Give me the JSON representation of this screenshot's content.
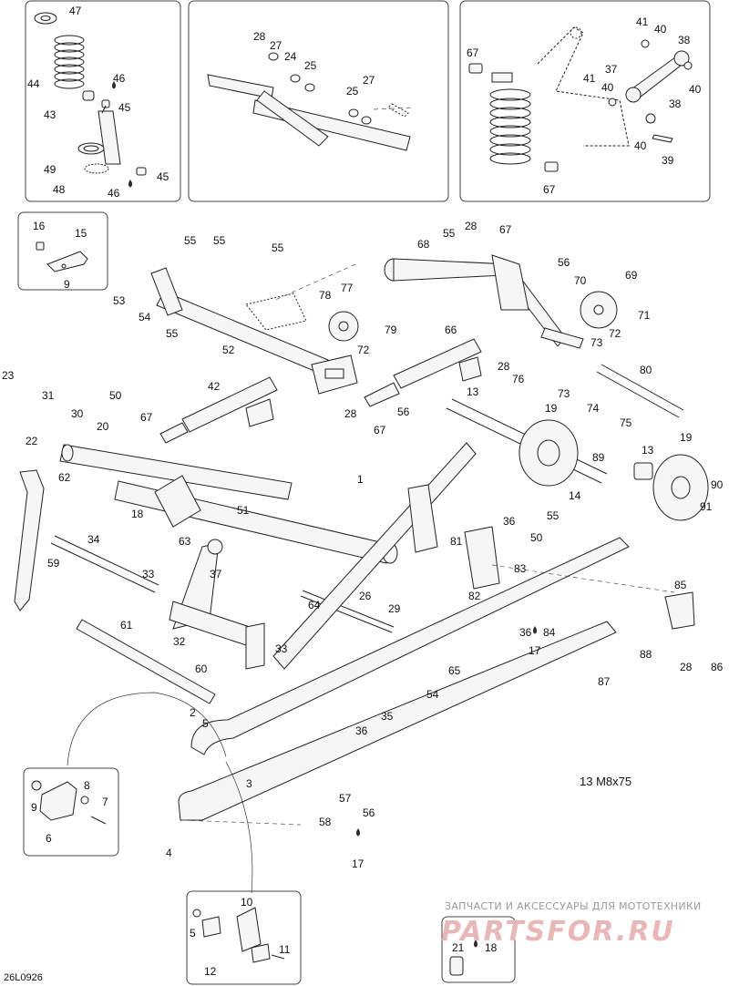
{
  "diagram_code": "26L0926",
  "note": "13 M8x75",
  "watermark": {
    "caption": "ЗАПЧАСТИ И АКСЕССУАРЫ ДЛЯ МОТОТЕХНИКИ",
    "logo_text": "PARTSFOR.RU"
  },
  "callouts": {
    "c47": "47",
    "c44": "44",
    "c46a": "46",
    "c43": "43",
    "c45a": "45",
    "c49": "49",
    "c48": "48",
    "c46b": "46",
    "c45b": "45",
    "c28a": "28",
    "c27a": "27",
    "c24": "24",
    "c25a": "25",
    "c27b": "27",
    "c25b": "25",
    "c67a": "67",
    "c41a": "41",
    "c40a": "40",
    "c38a": "38",
    "c37a": "37",
    "c40b": "40",
    "c41b": "41",
    "c40c": "40",
    "c38b": "38",
    "c40d": "40",
    "c39": "39",
    "c67b": "67",
    "c16": "16",
    "c15": "15",
    "c9a": "9",
    "c55a": "55",
    "c55b": "55",
    "c55c": "55",
    "c53": "53",
    "c54a": "54",
    "c55d": "55",
    "c52": "52",
    "c78": "78",
    "c77": "77",
    "c79": "79",
    "c72a": "72",
    "c68": "68",
    "c55e": "55",
    "c28b": "28",
    "c67c": "67",
    "c56a": "56",
    "c70": "70",
    "c69": "69",
    "c71": "71",
    "c72b": "72",
    "c73a": "73",
    "c80": "80",
    "c66": "66",
    "c28c": "28",
    "c76": "76",
    "c73b": "73",
    "c74": "74",
    "c75": "75",
    "c28d": "28",
    "c56b": "56",
    "c67d": "67",
    "c23": "23",
    "c31": "31",
    "c22": "22",
    "c30": "30",
    "c50a": "50",
    "c20": "20",
    "c67e": "67",
    "c42": "42",
    "c13a": "13",
    "c19a": "19",
    "c89": "89",
    "c14": "14",
    "c13b": "13",
    "c19b": "19",
    "c90": "90",
    "c91": "91",
    "c62": "62",
    "c18": "18",
    "c51": "51",
    "c1": "1",
    "c63": "63",
    "c34": "34",
    "c59": "59",
    "c37b": "37",
    "c33a": "33",
    "c81": "81",
    "c36a": "36",
    "c50b": "50",
    "c55f": "55",
    "c83": "83",
    "c82": "82",
    "c85": "85",
    "c26": "26",
    "c64": "64",
    "c29": "29",
    "c61": "61",
    "c32": "32",
    "c33b": "33",
    "c60": "60",
    "c36b": "36",
    "c84": "84",
    "c17a": "17",
    "c88": "88",
    "c28e": "28",
    "c87": "87",
    "c86": "86",
    "c65": "65",
    "c54b": "54",
    "c2": "2",
    "c5a": "5",
    "c35": "35",
    "c36c": "36",
    "c9b": "9",
    "c8": "8",
    "c7": "7",
    "c6": "6",
    "c3": "3",
    "c57": "57",
    "c56c": "56",
    "c58": "58",
    "c17b": "17",
    "c4": "4",
    "c10": "10",
    "c5b": "5",
    "c12": "12",
    "c11": "11",
    "c21": "21",
    "c18b": "18"
  }
}
